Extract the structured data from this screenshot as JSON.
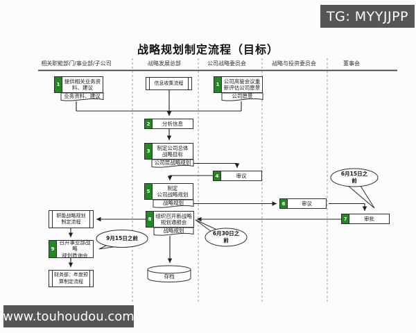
{
  "badge": "TG: MYYJJPP",
  "watermark": "www.touhoudou.com",
  "title": "战略规划制定流程（目标）",
  "lanes": [
    "相关职能部门/事业部/子公司",
    "战略发展总部",
    "公司战略委员会",
    "战略与投资委员会",
    "董事会"
  ],
  "steps": {
    "b1": {
      "num": "1",
      "label": "提供相关业务资\n料、建议"
    },
    "b2": {
      "num": "1",
      "label": "公司高管会议重\n新评估公司愿景"
    },
    "b3": {
      "num": "2",
      "label": "分析信息"
    },
    "b4": {
      "num": "3",
      "label": "制定公司总体\n战略目标"
    },
    "b5": {
      "num": "4",
      "label": "审议"
    },
    "b6": {
      "num": "5",
      "label": "制定\n公司战略规划"
    },
    "b7": {
      "num": "6",
      "label": "审议"
    },
    "b8": {
      "num": "7",
      "label": "审批"
    },
    "b9": {
      "num": "8",
      "label": "组织召开新战略\n规划通报会"
    },
    "b10": {
      "num": "9",
      "label": "召开事业部战略\n规划质询会"
    }
  },
  "processes": {
    "p1": "信息收集流程",
    "p2": "职能战略规划\n制定流程",
    "p3": "财务部：年度预\n算制定流程"
  },
  "documents": {
    "d1": "业务资料、建议",
    "d2": "公司愿景",
    "d3": "公司层战略规划",
    "d4": "战略规划",
    "d5": "战略规划"
  },
  "callouts": {
    "c1": "6月15日之\n前",
    "c2": "6月30日之\n前",
    "c3": "9月15日之前"
  },
  "storage": {
    "label": "存档"
  },
  "colors": {
    "step_green": "#238723",
    "badge_bg": "#565658"
  }
}
